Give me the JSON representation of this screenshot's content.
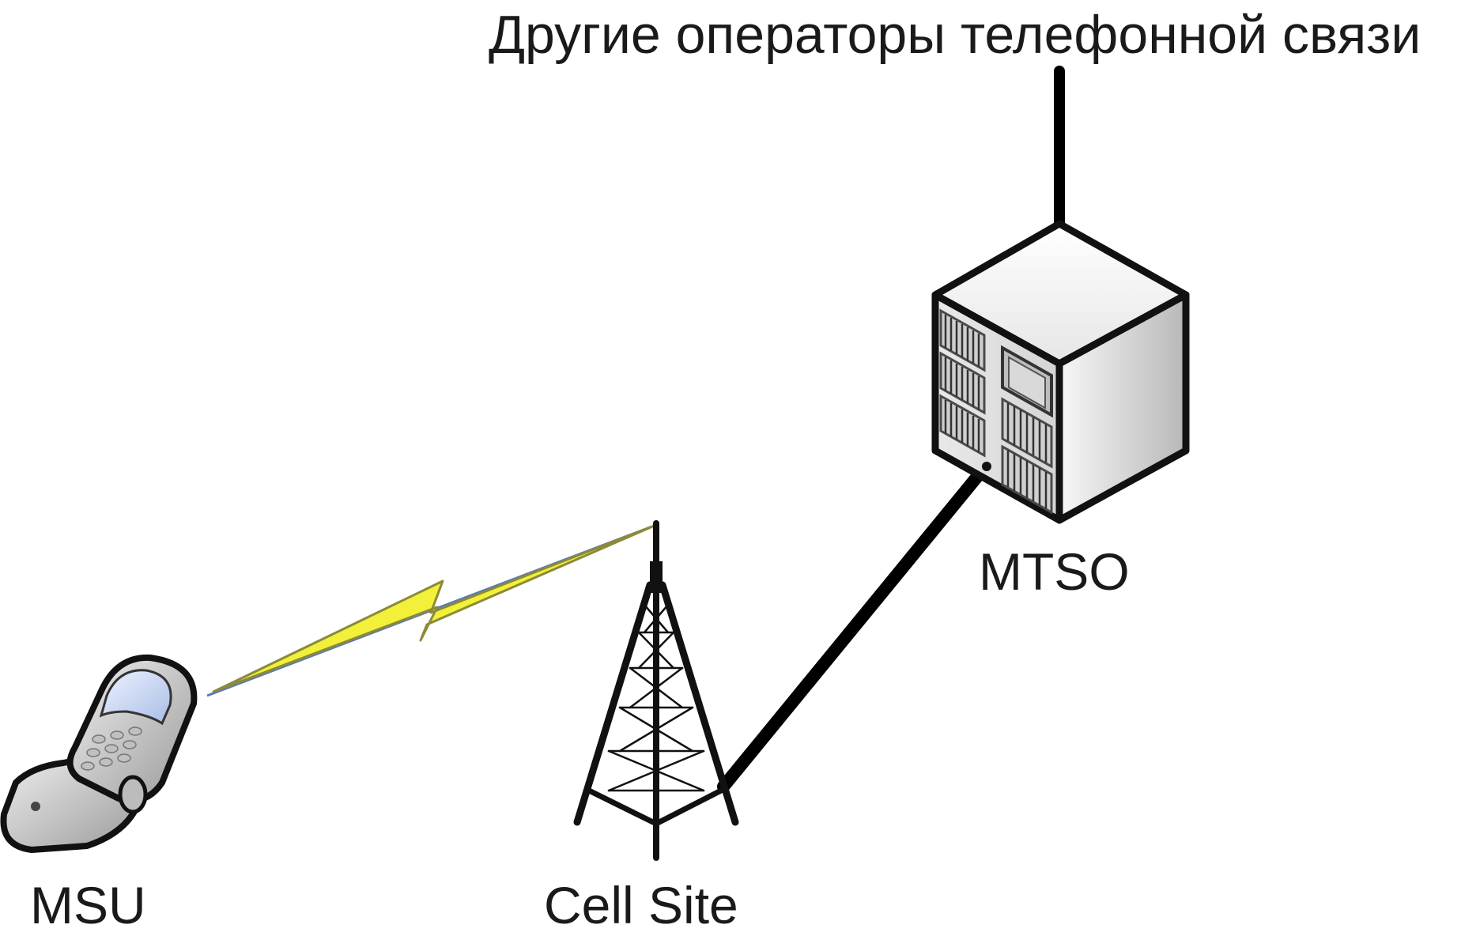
{
  "labels": {
    "other_operators": "Другие операторы телефонной связи",
    "mtso": "MTSO",
    "msu": "MSU",
    "cell_site": "Cell Site"
  },
  "colors": {
    "link": "#000000",
    "lightning_fill": "#f3f03a",
    "lightning_edge": "#8a8a3a",
    "radio_line": "#5a7ab8",
    "server_light": "#f2f2f2",
    "server_dark": "#a8a8a8",
    "phone_screen": "#c8d6f0"
  },
  "nodes": [
    {
      "id": "msu",
      "icon": "mobile-phone-icon"
    },
    {
      "id": "cell_site",
      "icon": "radio-tower-icon"
    },
    {
      "id": "mtso",
      "icon": "switching-server-icon"
    }
  ],
  "edges": [
    {
      "from": "msu",
      "to": "cell_site",
      "kind": "wireless"
    },
    {
      "from": "cell_site",
      "to": "mtso",
      "kind": "wired"
    },
    {
      "from": "mtso",
      "to": "other_operators",
      "kind": "wired"
    }
  ]
}
